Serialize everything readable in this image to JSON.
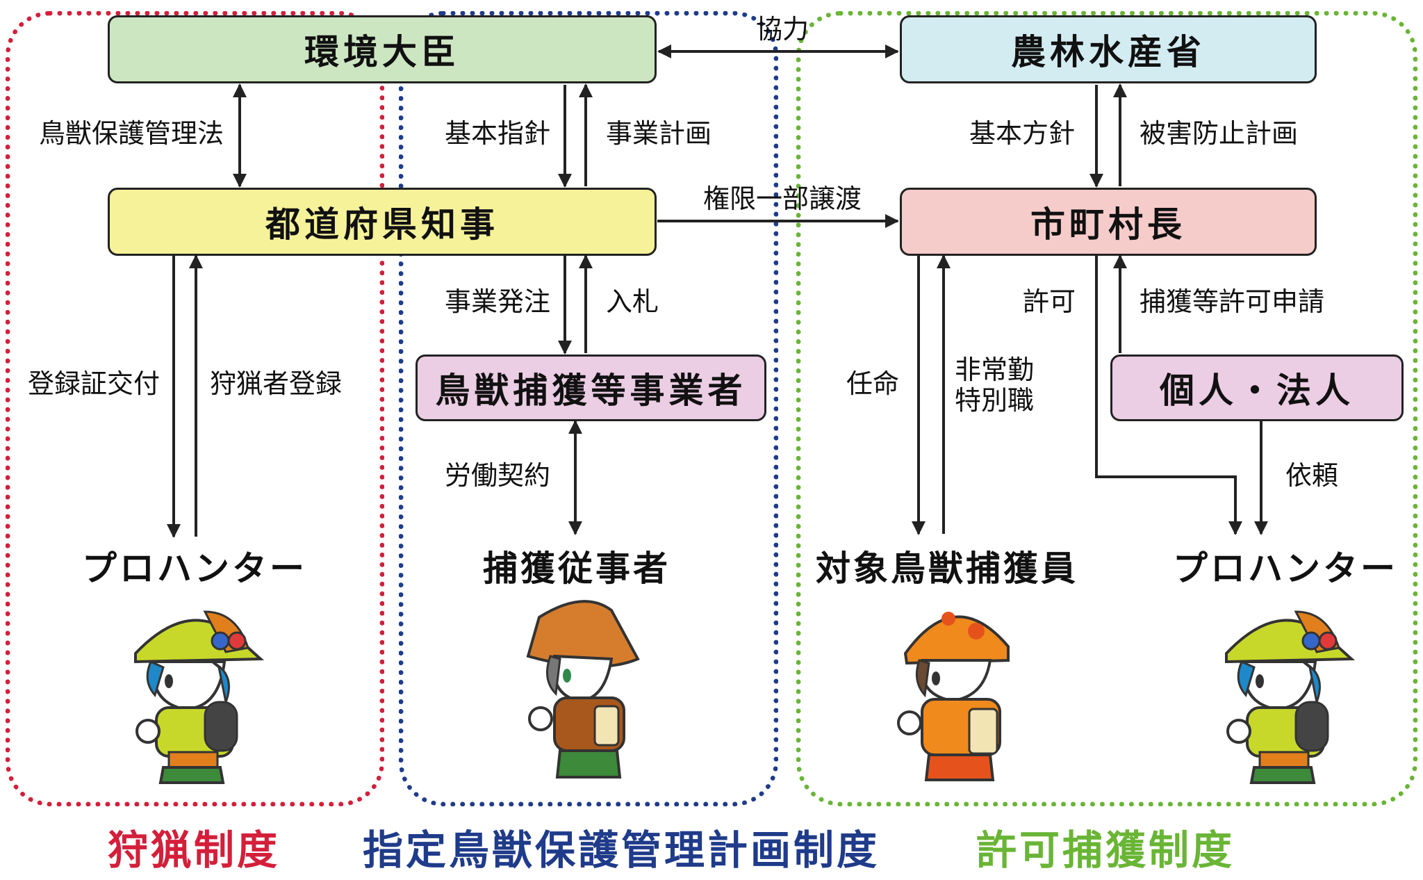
{
  "colors": {
    "hunting": "#d41f3a",
    "designated": "#1f3b8a",
    "permit": "#69b536",
    "box_env": "#cde6c2",
    "box_maff": "#d3ecf2",
    "box_pref": "#f5f29a",
    "box_muni": "#f6cccb",
    "box_pink": "#ebcde4"
  },
  "boxes": {
    "env_minister": "環境大臣",
    "maff": "農林水産省",
    "prefecture_governor": "都道府県知事",
    "municipality_mayor": "市町村長",
    "capture_business": "鳥獣捕獲等事業者",
    "individual_corp": "個人・法人"
  },
  "labels": {
    "cooperation": "協力",
    "wildlife_law": "鳥獣保護管理法",
    "basic_guideline": "基本指針",
    "business_plan": "事業計画",
    "basic_policy": "基本方針",
    "damage_prevention_plan": "被害防止計画",
    "partial_transfer": "権限一部譲渡",
    "business_order": "事業発注",
    "bid": "入札",
    "permission": "許可",
    "capture_permit_application": "捕獲等許可申請",
    "registration_issue": "登録証交付",
    "hunter_registration": "狩猟者登録",
    "appointment": "任命",
    "part_time_1": "非常勤",
    "part_time_2": "特別職",
    "labor_contract": "労働契約",
    "request": "依頼"
  },
  "roles": {
    "pro_hunter_left": "プロハンター",
    "capture_worker": "捕獲従事者",
    "target_capture_member": "対象鳥獣捕獲員",
    "pro_hunter_right": "プロハンター"
  },
  "systems": {
    "hunting": "狩猟制度",
    "designated": "指定鳥獣保護管理計画制度",
    "permit": "許可捕獲制度"
  },
  "icons": [
    "hunter-character-icon",
    "capture-worker-character-icon",
    "target-capture-member-character-icon",
    "hunter-character-icon"
  ]
}
